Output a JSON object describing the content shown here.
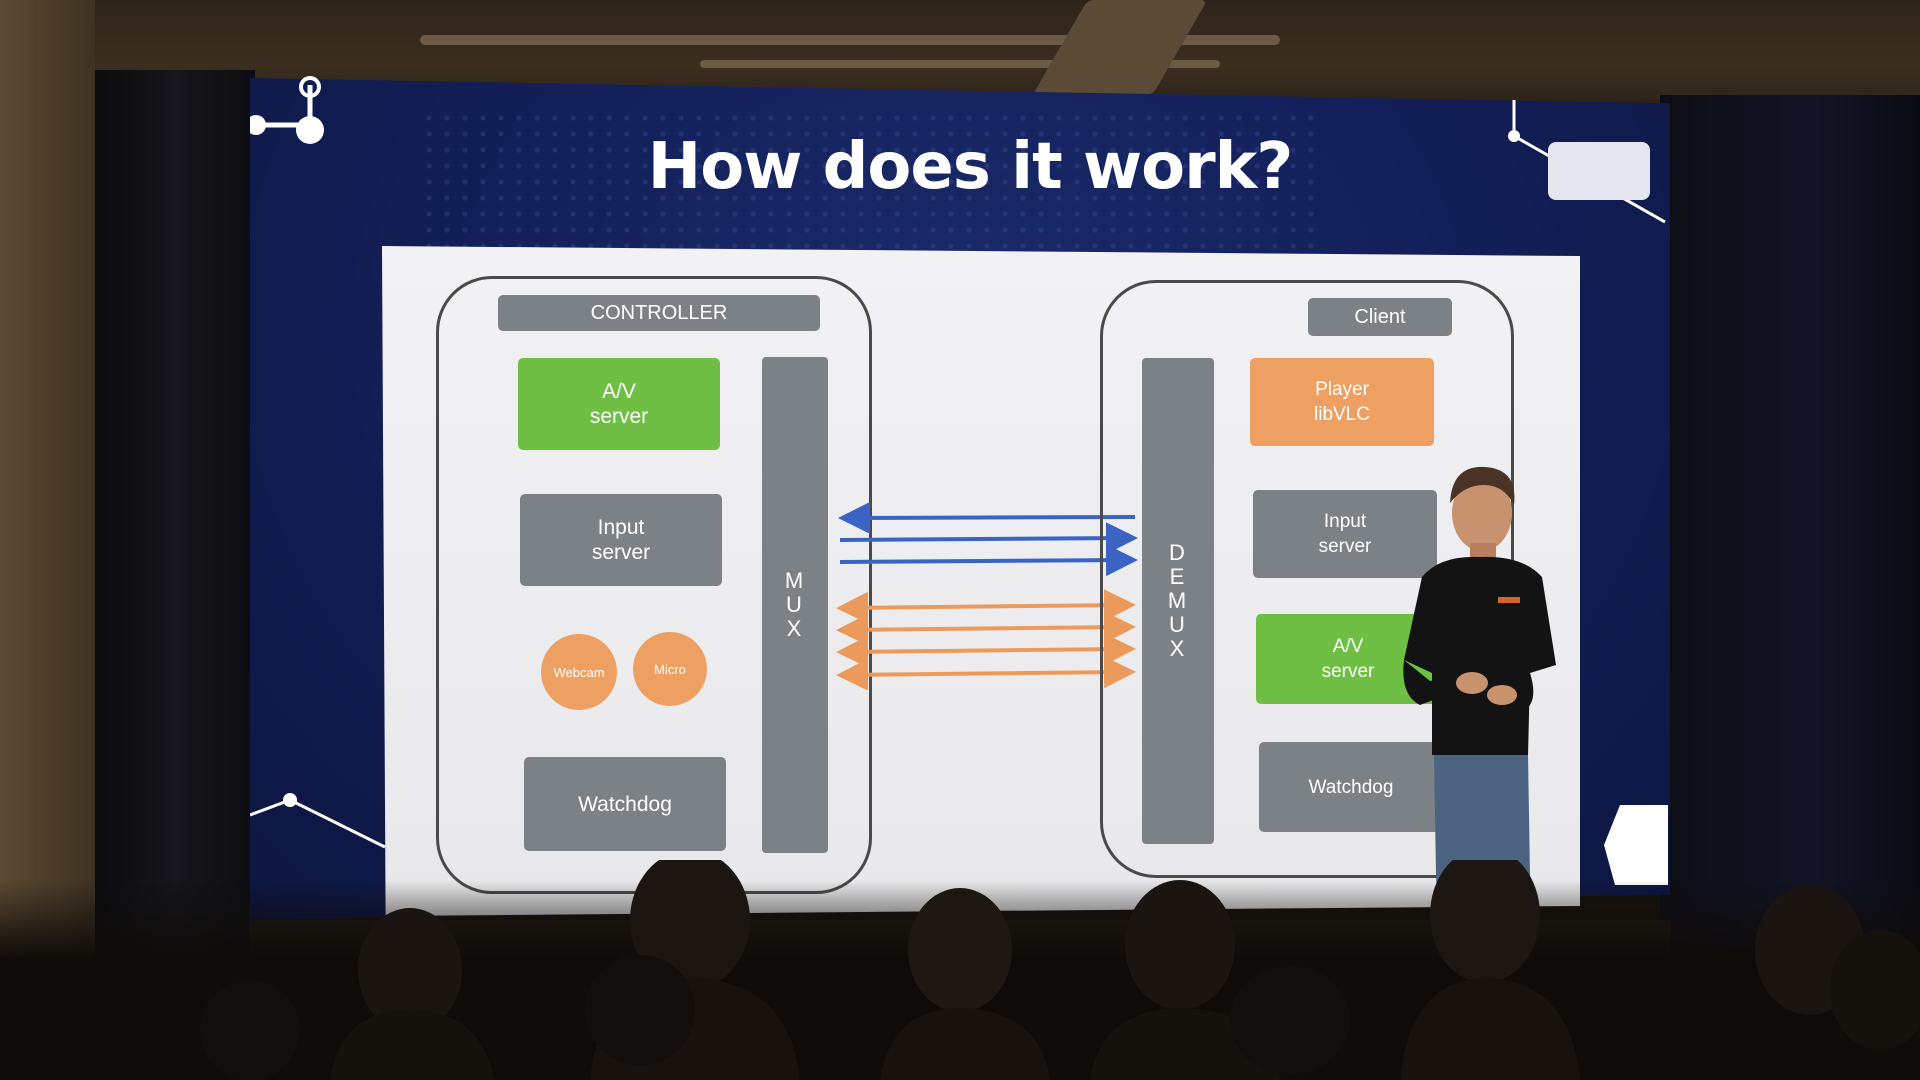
{
  "slide": {
    "title": "How does it work?"
  },
  "controller": {
    "header": "CONTROLLER",
    "av_server": {
      "line1": "A/V",
      "line2": "server"
    },
    "input_server": {
      "line1": "Input",
      "line2": "server"
    },
    "webcam": "Webcam",
    "micro": "Micro",
    "watchdog": "Watchdog",
    "mux": "MUX"
  },
  "client": {
    "header": "Client",
    "player": {
      "line1": "Player",
      "line2": "libVLC"
    },
    "input_server": {
      "line1": "Input",
      "line2": "server"
    },
    "av_server": {
      "line1": "A/V",
      "line2": "server"
    },
    "watchdog": "Watchdog",
    "demux": "DEMUX"
  },
  "colors": {
    "green_block": "#6fbf45",
    "gray_block": "#7c8186",
    "orange_block": "#eea063",
    "blue_arrow": "#3b63c4",
    "orange_arrow": "#ec9a5b",
    "screen_blue": "#13205a"
  },
  "icons": {
    "network_node": "network-node-icon",
    "hexagon": "hexagon-icon"
  }
}
